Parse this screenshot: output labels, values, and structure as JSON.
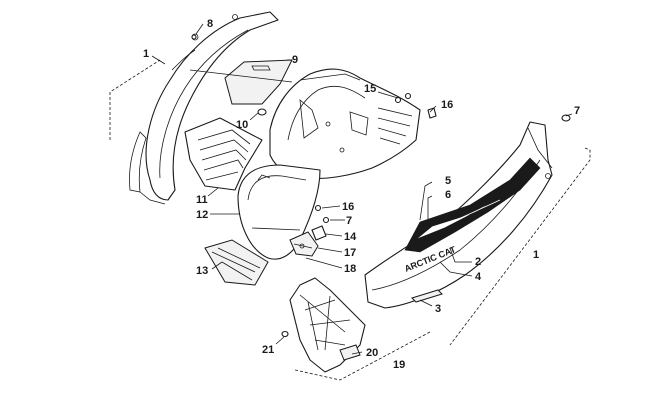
{
  "callouts": {
    "c1_left": "1",
    "c1_right": "1",
    "c2": "2",
    "c3": "3",
    "c4": "4",
    "c5": "5",
    "c6": "6",
    "c7_right": "7",
    "c7_mid": "7",
    "c8": "8",
    "c9": "9",
    "c10": "10",
    "c11": "11",
    "c12": "12",
    "c13": "13",
    "c14": "14",
    "c15": "15",
    "c16_top": "16",
    "c16_mid": "16",
    "c17": "17",
    "c18": "18",
    "c19": "19",
    "c20": "20",
    "c21": "21"
  },
  "decal_text": "ARCTIC CAT"
}
